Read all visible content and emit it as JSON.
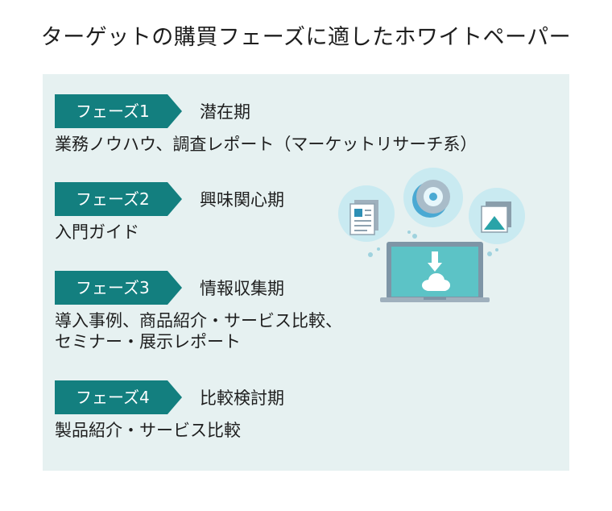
{
  "title": "ターゲットの購買フェーズに適したホワイトペーパー",
  "phases": [
    {
      "label": "フェーズ1",
      "period": "潜在期",
      "description": "業務ノウハウ、調査レポート（マーケットリサーチ系）"
    },
    {
      "label": "フェーズ2",
      "period": "興味関心期",
      "description": "入門ガイド"
    },
    {
      "label": "フェーズ3",
      "period": "情報収集期",
      "description": "導入事例、商品紹介・サービス比較、\nセミナー・展示レポート"
    },
    {
      "label": "フェーズ4",
      "period": "比較検討期",
      "description": "製品紹介・サービス比較"
    }
  ],
  "colors": {
    "badge": "#137f7f",
    "panel": "#e6f1f1",
    "circle": "#c9eaf1",
    "screen": "#5cc3c6"
  }
}
